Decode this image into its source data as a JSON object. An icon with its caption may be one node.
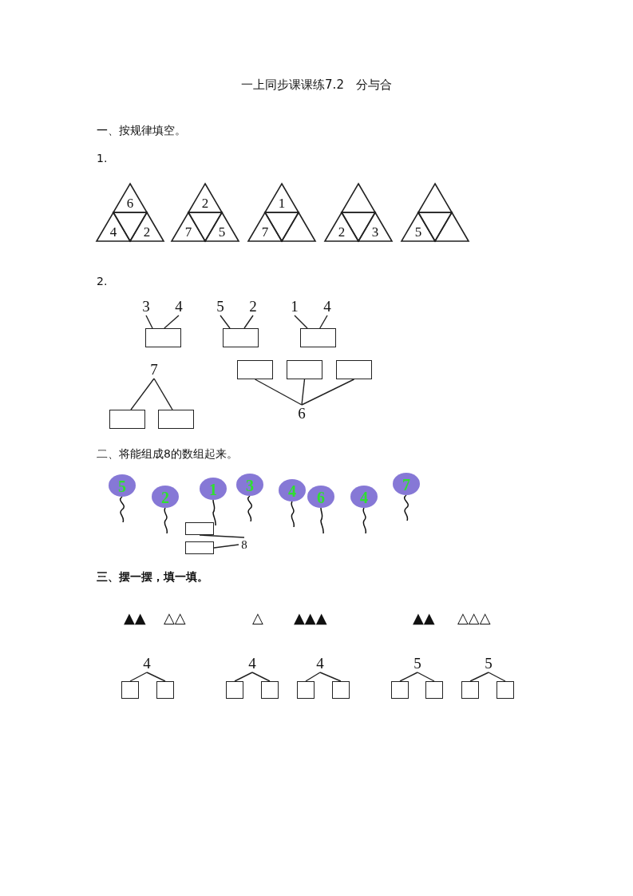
{
  "diagram": {
    "title": "一上同步课课练7.2　分与合",
    "nodes": [
      {
        "text": [
          "6"
        ]
      },
      {
        "text": [
          "4"
        ]
      },
      {
        "text": [],
        "shape": "triangle"
      },
      {
        "text": [
          "2"
        ]
      },
      {
        "text": [
          "2"
        ]
      },
      {
        "text": [
          "7"
        ]
      },
      {
        "text": [],
        "shape": "triangle"
      },
      {
        "text": [
          "5"
        ]
      },
      {
        "text": [
          "1"
        ]
      },
      {
        "text": [
          "7"
        ]
      },
      {
        "text": [],
        "shape": "triangle"
      },
      {
        "text": [],
        "shape": "triangle"
      },
      {
        "text": [],
        "shape": "triangle"
      },
      {
        "text": [
          "2"
        ]
      },
      {
        "text": [],
        "shape": "triangle"
      },
      {
        "text": [
          "3"
        ]
      },
      {
        "text": [],
        "shape": "triangle"
      },
      {
        "text": [
          "5"
        ]
      },
      {
        "text": [],
        "shape": "triangle"
      },
      {
        "text": [],
        "shape": "triangle"
      },
      {
        "text": [
          "3"
        ]
      },
      {
        "text": [
          "4"
        ]
      },
      {
        "text": [],
        "shape": "box"
      },
      {
        "text": [
          "5"
        ]
      },
      {
        "text": [
          "2"
        ]
      },
      {
        "text": [],
        "shape": "box"
      },
      {
        "text": [
          "1"
        ]
      },
      {
        "text": [
          "4"
        ]
      },
      {
        "text": [],
        "shape": "box"
      },
      {
        "text": [
          "7"
        ]
      },
      {
        "text": [],
        "shape": "box"
      },
      {
        "text": [],
        "shape": "box"
      },
      {
        "text": [],
        "shape": "box"
      },
      {
        "text": [],
        "shape": "box"
      },
      {
        "text": [],
        "shape": "box"
      },
      {
        "text": [
          "6"
        ]
      },
      {
        "text": [
          "5"
        ]
      },
      {
        "text": [
          "2"
        ]
      },
      {
        "text": [
          "1"
        ]
      },
      {
        "text": [
          "3"
        ]
      },
      {
        "text": [
          "4"
        ]
      },
      {
        "text": [
          "6"
        ]
      },
      {
        "text": [
          "4"
        ]
      },
      {
        "text": [
          "7"
        ]
      },
      {
        "text": [],
        "shape": "box"
      },
      {
        "text": [],
        "shape": "box"
      },
      {
        "text": [
          "8"
        ]
      },
      {
        "text": [
          "4"
        ]
      },
      {
        "text": [],
        "shape": "box"
      },
      {
        "text": [],
        "shape": "box"
      },
      {
        "text": [
          "4"
        ]
      },
      {
        "text": [],
        "shape": "box"
      },
      {
        "text": [],
        "shape": "box"
      },
      {
        "text": [
          "4"
        ]
      },
      {
        "text": [],
        "shape": "box"
      },
      {
        "text": [],
        "shape": "box"
      },
      {
        "text": [
          "5"
        ]
      },
      {
        "text": [],
        "shape": "box"
      },
      {
        "text": [],
        "shape": "box"
      },
      {
        "text": [
          "5"
        ]
      },
      {
        "text": [],
        "shape": "box"
      },
      {
        "text": [],
        "shape": "box"
      }
    ],
    "edges": [
      {
        "from": 20,
        "to": 22,
        "arrow": "none"
      },
      {
        "from": 21,
        "to": 22,
        "arrow": "none"
      },
      {
        "from": 23,
        "to": 25,
        "arrow": "none"
      },
      {
        "from": 24,
        "to": 25,
        "arrow": "none"
      },
      {
        "from": 26,
        "to": 28,
        "arrow": "none"
      },
      {
        "from": 27,
        "to": 28,
        "arrow": "none"
      },
      {
        "from": 29,
        "to": 30,
        "arrow": "none"
      },
      {
        "from": 29,
        "to": 31,
        "arrow": "none"
      },
      {
        "from": 35,
        "to": 32,
        "arrow": "none"
      },
      {
        "from": 35,
        "to": 33,
        "arrow": "none"
      },
      {
        "from": 35,
        "to": 34,
        "arrow": "none"
      },
      {
        "from": 46,
        "to": 44,
        "arrow": "none"
      },
      {
        "from": 46,
        "to": 45,
        "arrow": "none"
      },
      {
        "from": 47,
        "to": 48,
        "arrow": "none"
      },
      {
        "from": 47,
        "to": 49,
        "arrow": "none"
      },
      {
        "from": 50,
        "to": 51,
        "arrow": "none"
      },
      {
        "from": 50,
        "to": 52,
        "arrow": "none"
      },
      {
        "from": 53,
        "to": 54,
        "arrow": "none"
      },
      {
        "from": 53,
        "to": 55,
        "arrow": "none"
      },
      {
        "from": 56,
        "to": 57,
        "arrow": "none"
      },
      {
        "from": 56,
        "to": 58,
        "arrow": "none"
      },
      {
        "from": 59,
        "to": 60,
        "arrow": "none"
      },
      {
        "from": 59,
        "to": 61,
        "arrow": "none"
      }
    ],
    "labels": [
      "一、按规律填空。",
      "1.",
      "2.",
      "二、将能组成8的数组起来。",
      "三、摆一摆，填一填。",
      "▲▲",
      "△△",
      "△",
      "▲▲▲",
      "▲▲",
      "△△△"
    ]
  }
}
